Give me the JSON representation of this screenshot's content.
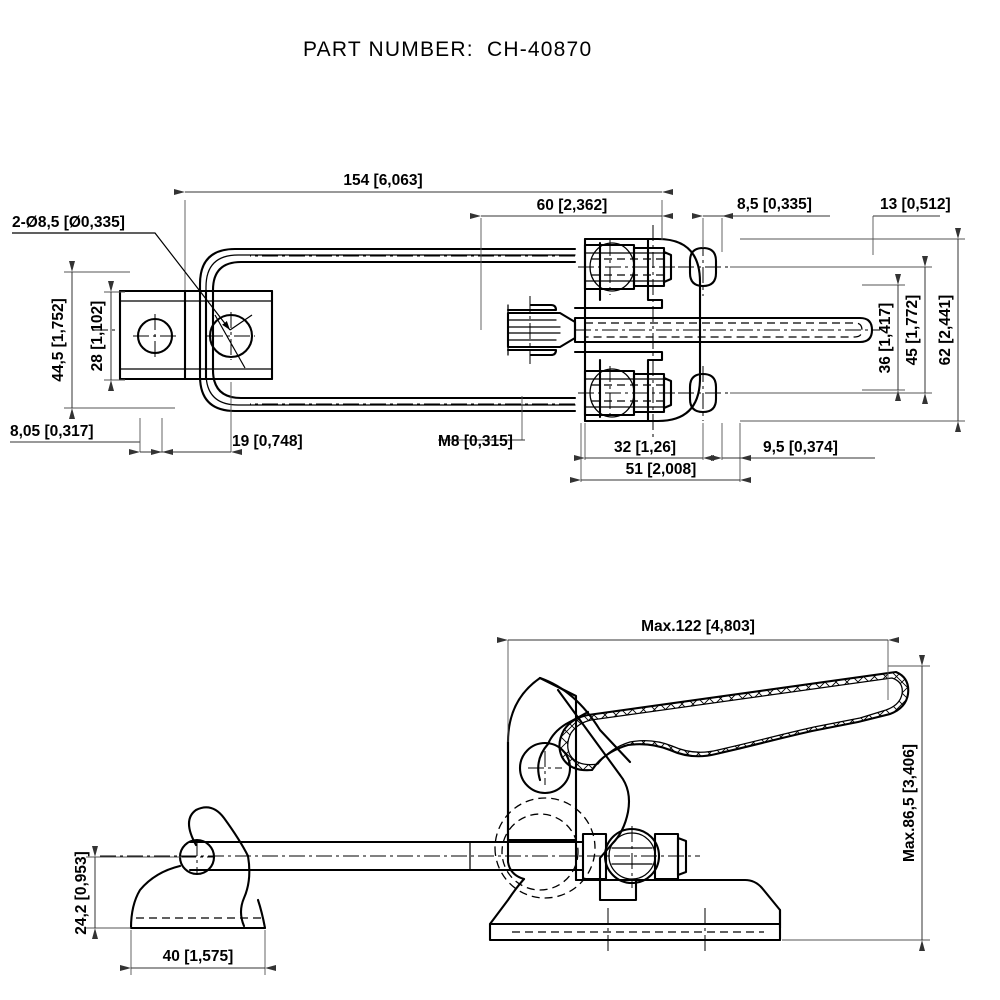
{
  "sheet": {
    "title_label": "PART NUMBER:",
    "part_number": "CH-40870",
    "background_color": "#ffffff",
    "line_color": "#000000"
  },
  "views": {
    "top": {
      "name": "plan-view",
      "description": "Plan view of latch-action toggle clamp with U-bar, base plate and mounting holes"
    },
    "side": {
      "name": "side-view",
      "description": "Side elevation of latch-action toggle clamp with handle grip and catch plate"
    }
  },
  "dimensions": {
    "top_view": [
      {
        "id": "overall-length",
        "text": "154 [6,063]"
      },
      {
        "id": "body-length",
        "text": "60 [2,362]"
      },
      {
        "id": "plate-edge-offset",
        "text": "8,5 [0,335]"
      },
      {
        "id": "slot-offset",
        "text": "13 [0,512]"
      },
      {
        "id": "hole-dia-callout",
        "text": "2-Ø8,5 [Ø0,335]"
      },
      {
        "id": "bracket-outer-height",
        "text": "44,5 [1,752]"
      },
      {
        "id": "bracket-inner-height",
        "text": "28 [1,102]"
      },
      {
        "id": "bracket-plate-thickness",
        "text": "8,05 [0,317]"
      },
      {
        "id": "bracket-width",
        "text": "19 [0,748]"
      },
      {
        "id": "thread-callout",
        "text": "M8 [0,315]"
      },
      {
        "id": "base-inner-width",
        "text": "32 [1,26]"
      },
      {
        "id": "base-outer-width",
        "text": "51 [2,008]"
      },
      {
        "id": "slot-center-offset",
        "text": "9,5 [0,374]"
      },
      {
        "id": "handle-width",
        "text": "36 [1,417]"
      },
      {
        "id": "base-hole-spread",
        "text": "45 [1,772]"
      },
      {
        "id": "base-overall-width",
        "text": "62 [2,441]"
      }
    ],
    "side_view": [
      {
        "id": "max-length",
        "text": "Max.122 [4,803]"
      },
      {
        "id": "max-height",
        "text": "Max.86,5 [3,406]"
      },
      {
        "id": "catch-height",
        "text": "24,2 [0,953]"
      },
      {
        "id": "catch-width",
        "text": "40 [1,575]"
      }
    ]
  }
}
